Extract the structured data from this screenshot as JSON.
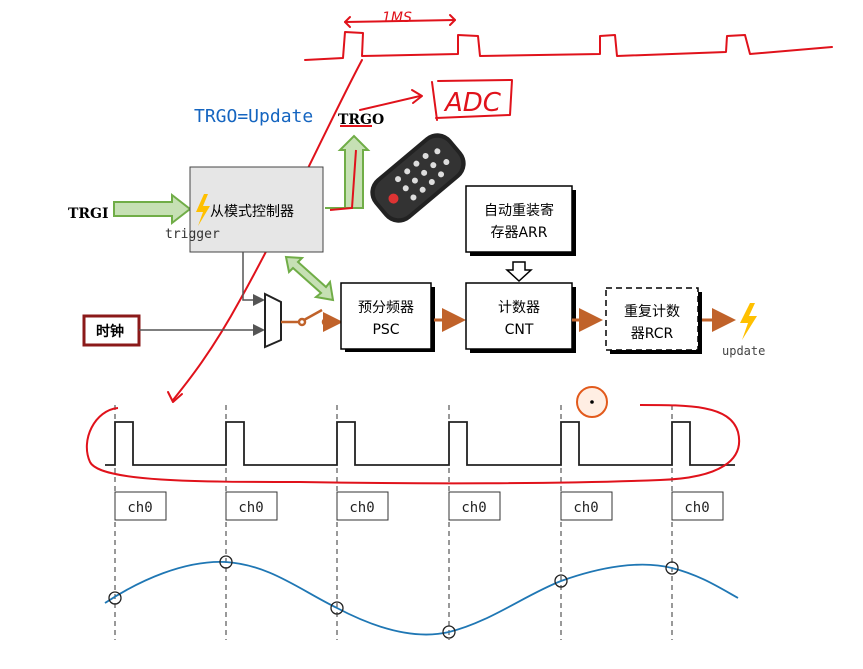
{
  "annotations": {
    "one_ms": "1MS",
    "adc": "ADC",
    "trgo_update": "TRGO=Update"
  },
  "diagram": {
    "trgo_label": "TRGO",
    "trgi_label": "TRGI",
    "trigger_label": "trigger",
    "slave_controller": "从模式控制器",
    "clock_label": "时钟",
    "prescaler": {
      "line1": "预分频器",
      "line2": "PSC"
    },
    "counter": {
      "line1": "计数器",
      "line2": "CNT"
    },
    "auto_reload": {
      "line1": "自动重装寄",
      "line2": "存器ARR"
    },
    "repetition": {
      "line1": "重复计数",
      "line2": "器RCR"
    },
    "update_label": "update"
  },
  "timing": {
    "channel_labels": [
      "ch0",
      "ch0",
      "ch0",
      "ch0",
      "ch0",
      "ch0"
    ]
  },
  "colors": {
    "annotation_red": "#e0121b",
    "trgo_blue": "#1565c0",
    "signal_blue": "#1f77b4",
    "arrow_brown": "#c0622a",
    "trgi_green_fill": "#c6e0b4",
    "trgi_green_stroke": "#70ad47",
    "clock_border": "#8b1a1a",
    "controller_fill": "#e6e6e6",
    "lightning_yellow": "#ffc000"
  },
  "icons": [
    "lightning-icon",
    "remote-control-icon",
    "switch-icon",
    "multiplexer-icon",
    "cursor-ring-icon"
  ]
}
